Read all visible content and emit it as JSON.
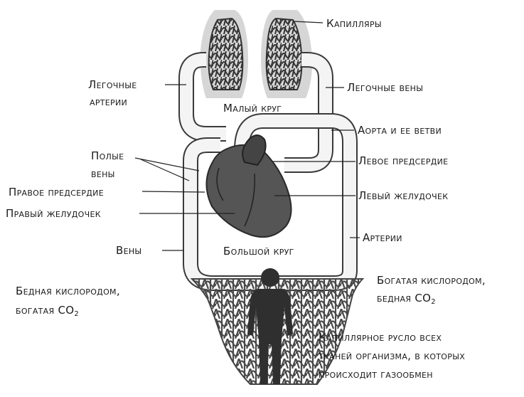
{
  "labels": {
    "capillaries": "Капилляры",
    "pulmonary_arteries_1": "Легочные",
    "pulmonary_arteries_2": "артерии",
    "pulmonary_veins": "Легочные вены",
    "small_circle": "Малый круг",
    "aorta": "Аорта и ее ветви",
    "vena_cava_1": "Полые",
    "vena_cava_2": "вены",
    "left_atrium": "Левое предсердие",
    "right_atrium": "Правое предсердие",
    "left_ventricle": "Левый желудочек",
    "right_ventricle": "Правый желудочек",
    "arteries": "Артерии",
    "veins": "Вены",
    "large_circle": "Большой круг",
    "poor_oxygen_1": "Бедная кислородом,",
    "poor_oxygen_2a": "богатая CO",
    "poor_oxygen_2sub": "2",
    "rich_oxygen_1": "Богатая кислородом,",
    "rich_oxygen_2a": "бедная CO",
    "rich_oxygen_2sub": "2",
    "capillary_bed_1": "Капиллярное русло всех",
    "capillary_bed_2": "тканей организма, в которых",
    "capillary_bed_3": "происходит газообмен"
  },
  "colors": {
    "vessel_outline": "#3a3a3a",
    "vessel_fill": "#f4f4f4",
    "lung_shadow": "#d6d6d6",
    "network": "#4a4a4a",
    "heart": "#555555",
    "human": "#2f2f2f"
  },
  "icons": [
    "lungs-icon",
    "heart-icon",
    "human-silhouette-icon",
    "capillary-network-icon"
  ]
}
